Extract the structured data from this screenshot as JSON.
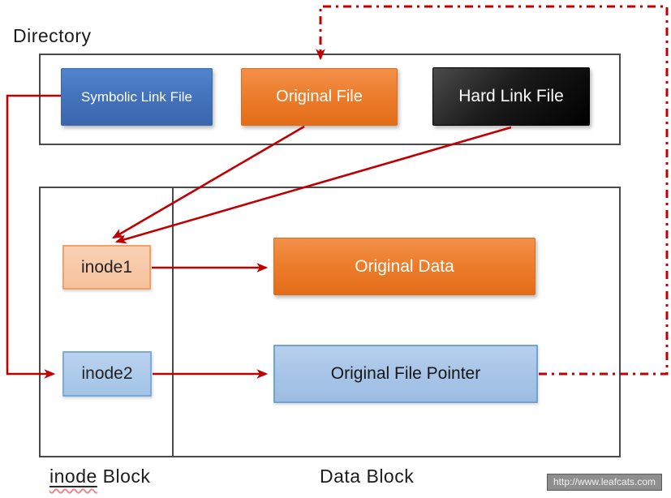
{
  "colors": {
    "red": "#C00000",
    "blue": "#4472C4",
    "orange": "#ED7D31",
    "black_box": "#0D0D0D",
    "light_orange": "#F8CBAD",
    "light_blue": "#9DC3E6",
    "border_gray": "#4A4A4A"
  },
  "directory": {
    "label": "Directory",
    "items": [
      {
        "label": "Symbolic Link File"
      },
      {
        "label": "Original File"
      },
      {
        "label": "Hard Link File"
      }
    ]
  },
  "inode_block": {
    "label_underlined": "inode",
    "label_rest": "Block",
    "items": [
      {
        "label": "inode1"
      },
      {
        "label": "inode2"
      }
    ]
  },
  "data_block": {
    "label": "Data Block",
    "items": [
      {
        "label": "Original Data"
      },
      {
        "label": "Original File Pointer"
      }
    ]
  },
  "watermark": "http://www.leafcats.com"
}
